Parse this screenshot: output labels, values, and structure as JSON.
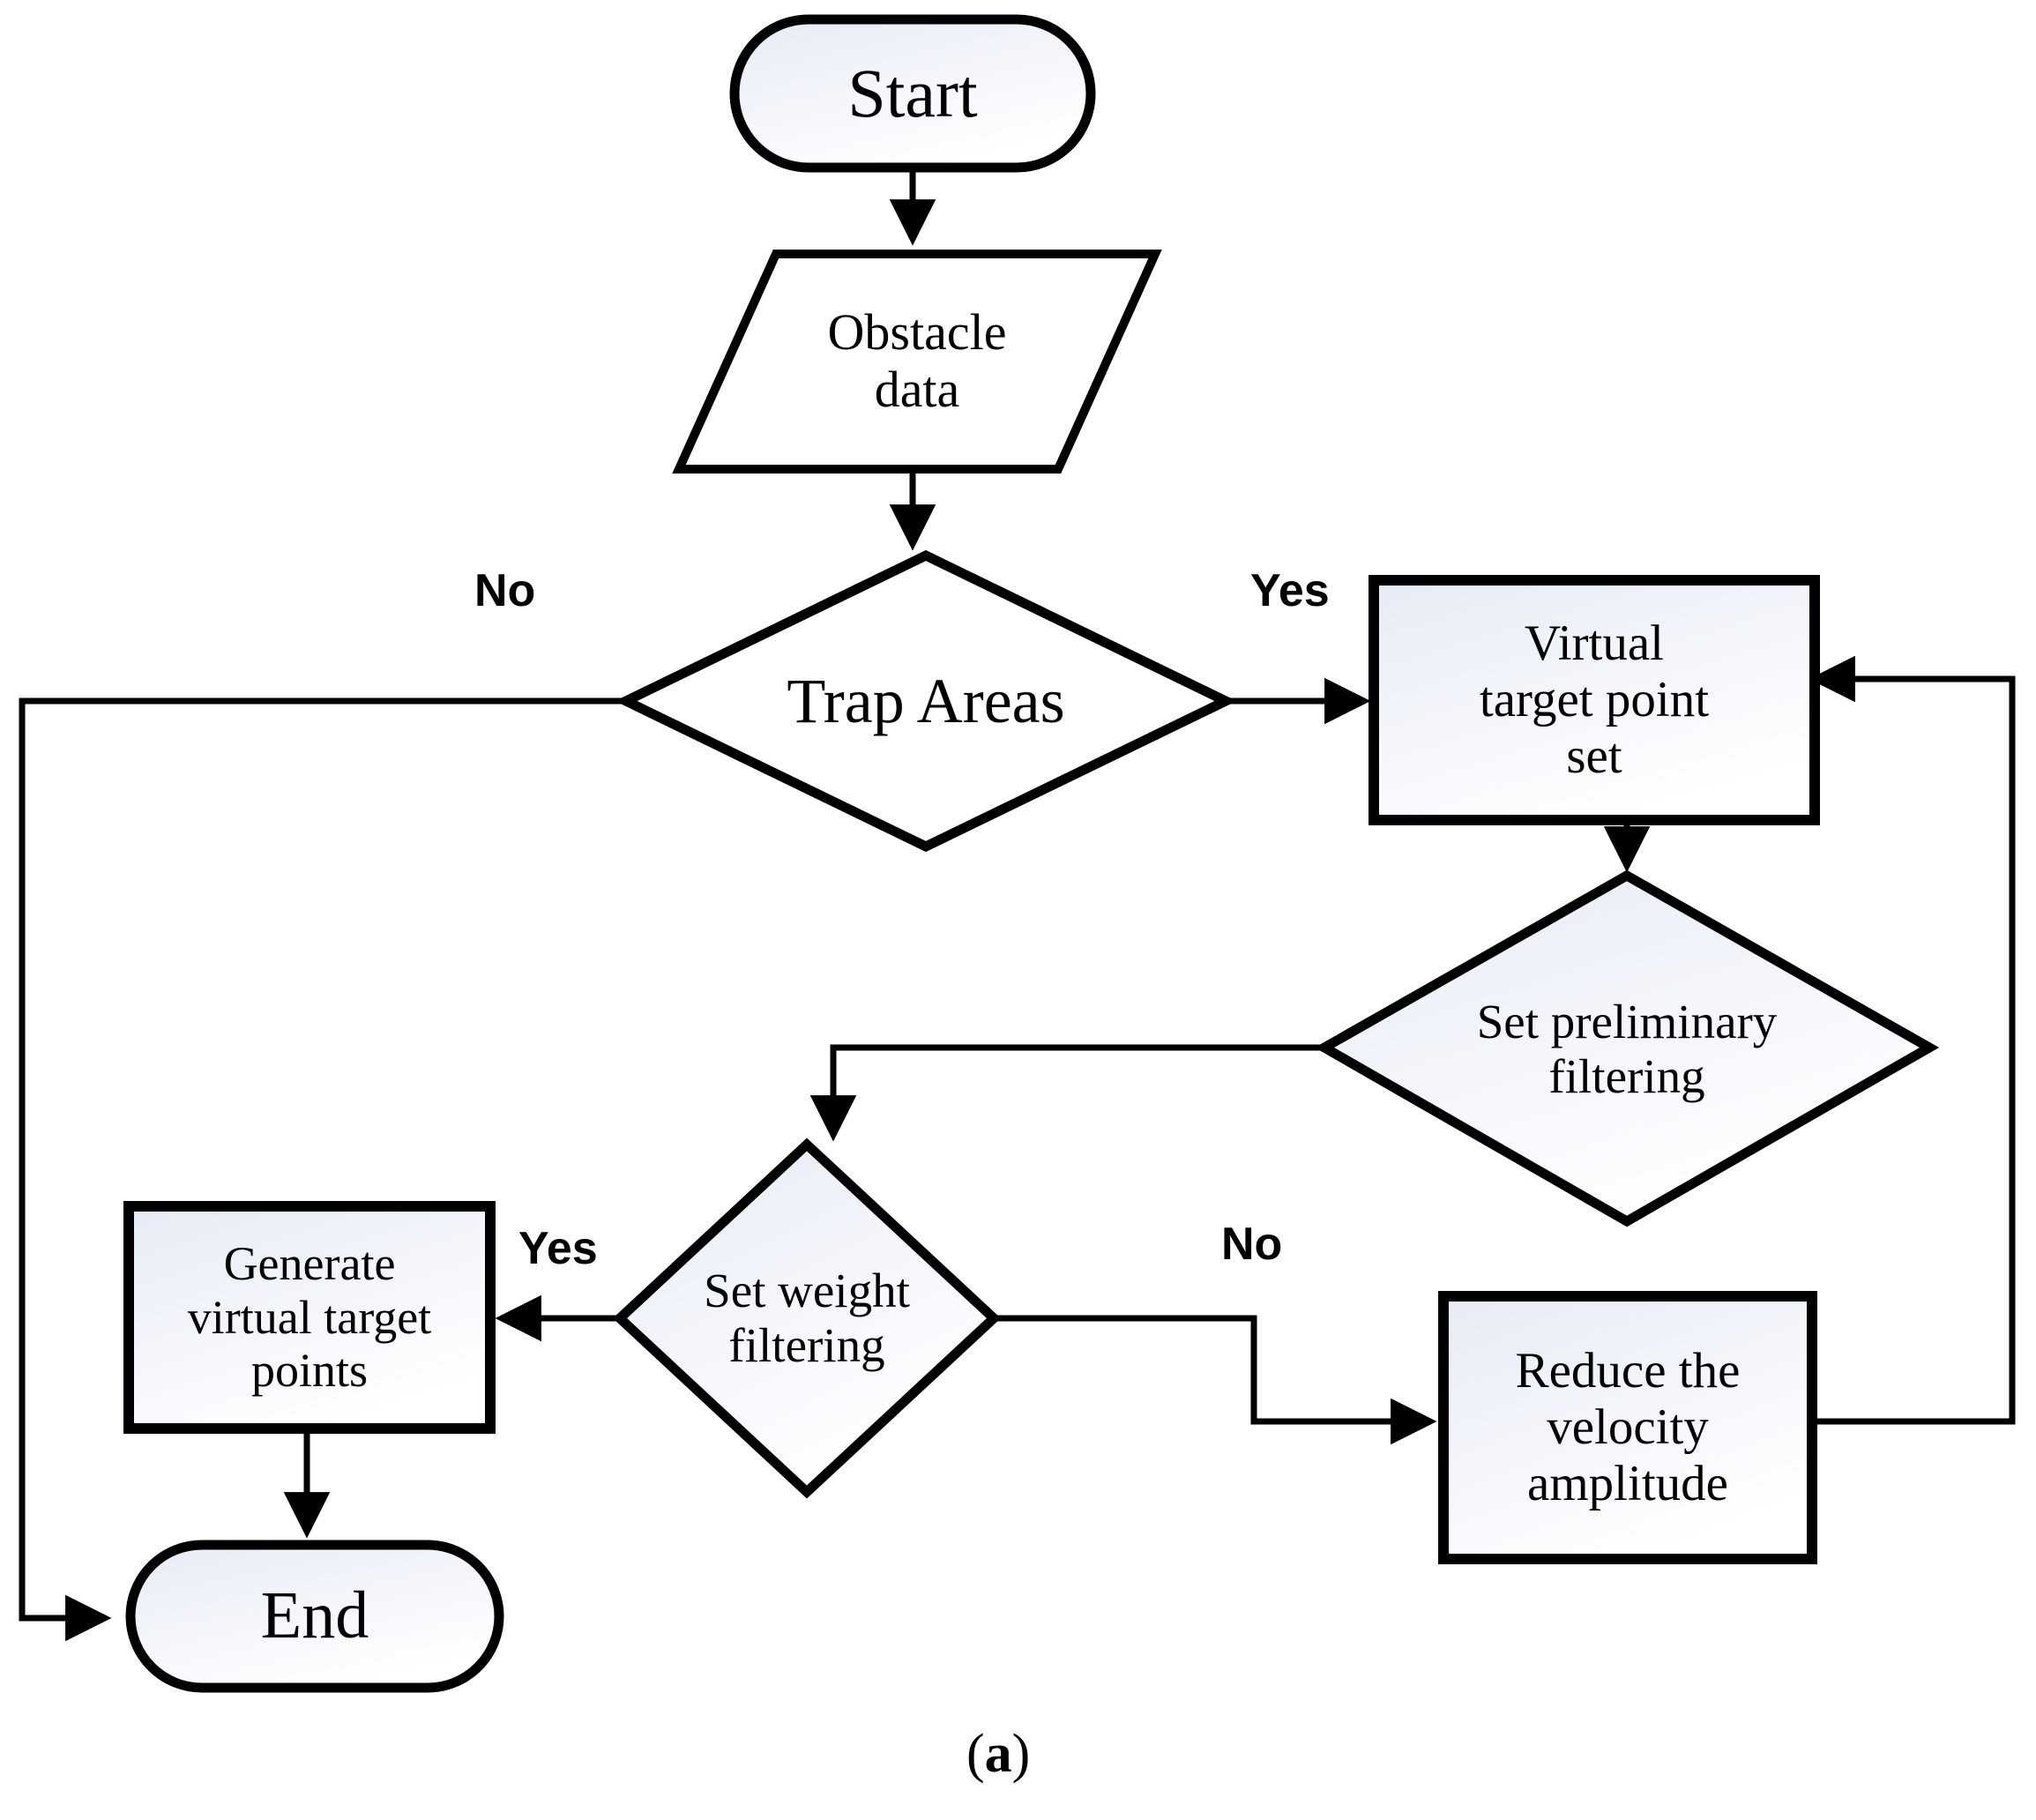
{
  "figure": {
    "caption": "(a)",
    "caption_prefix": "(",
    "caption_letter": "a",
    "caption_suffix": ")"
  },
  "style": {
    "stroke_color": "#000000",
    "node_fill_top": "#e8edf6",
    "node_fill_bottom": "#fdfdff",
    "parallelogram_fill": "#ffffff",
    "background": "#ffffff"
  },
  "nodes": [
    {
      "id": "start",
      "shape": "stadium",
      "label": "Start"
    },
    {
      "id": "obstacle",
      "shape": "parallelogram",
      "label": "Obstacle\ndata"
    },
    {
      "id": "trap",
      "shape": "diamond",
      "label": "Trap Areas"
    },
    {
      "id": "vtps",
      "shape": "rectangle",
      "label": "Virtual\ntarget point\nset"
    },
    {
      "id": "prefilter",
      "shape": "diamond",
      "label": "Set preliminary\nfiltering"
    },
    {
      "id": "weight",
      "shape": "diamond",
      "label": "Set weight\nfiltering"
    },
    {
      "id": "generate",
      "shape": "rectangle",
      "label": "Generate\nvirtual target\npoints"
    },
    {
      "id": "reduce",
      "shape": "rectangle",
      "label": "Reduce the\nvelocity\namplitude"
    },
    {
      "id": "end",
      "shape": "stadium",
      "label": "End"
    }
  ],
  "branch_labels": [
    {
      "id": "trap-no",
      "text": "No",
      "for": "trap"
    },
    {
      "id": "trap-yes",
      "text": "Yes",
      "for": "trap"
    },
    {
      "id": "weight-yes",
      "text": "Yes",
      "for": "weight"
    },
    {
      "id": "weight-no",
      "text": "No",
      "for": "weight"
    }
  ],
  "edges": [
    {
      "from": "start",
      "to": "obstacle",
      "label": ""
    },
    {
      "from": "obstacle",
      "to": "trap",
      "label": ""
    },
    {
      "from": "trap",
      "to": "end",
      "label": "No"
    },
    {
      "from": "trap",
      "to": "vtps",
      "label": "Yes"
    },
    {
      "from": "vtps",
      "to": "prefilter",
      "label": ""
    },
    {
      "from": "prefilter",
      "to": "weight",
      "label": ""
    },
    {
      "from": "weight",
      "to": "generate",
      "label": "Yes"
    },
    {
      "from": "weight",
      "to": "reduce",
      "label": "No"
    },
    {
      "from": "reduce",
      "to": "vtps",
      "label": ""
    },
    {
      "from": "generate",
      "to": "end",
      "label": ""
    }
  ]
}
